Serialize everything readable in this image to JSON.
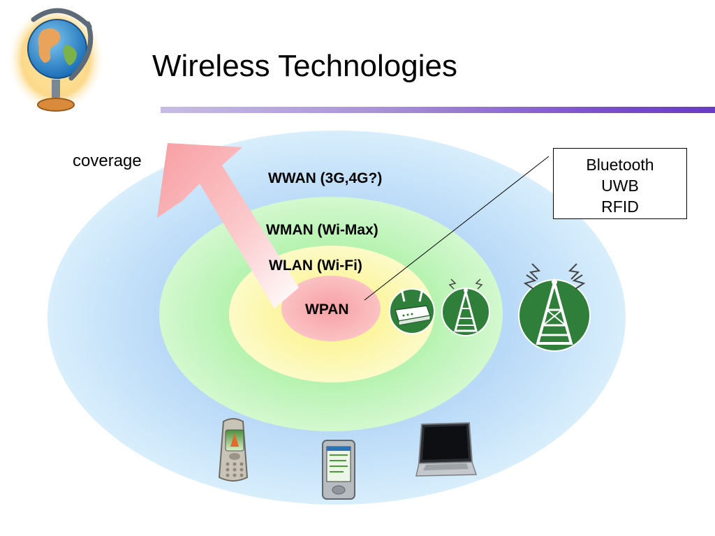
{
  "slide": {
    "title": "Wireless Technologies"
  },
  "diagram": {
    "coverage_label": "coverage",
    "zones": {
      "wwan": "WWAN (3G,4G?)",
      "wman": "WMAN (Wi-Max)",
      "wlan": "WLAN (Wi-Fi)",
      "wpan": "WPAN"
    },
    "wpan_technologies": [
      "Bluetooth",
      "UWB",
      "RFID"
    ],
    "icons": [
      "globe-icon",
      "wireless-router-icon",
      "small-cell-tower-icon",
      "large-cell-tower-icon",
      "mobile-phone-icon",
      "pda-icon",
      "laptop-icon"
    ],
    "colors": {
      "wwan": "#cde8fb",
      "wman": "#c8f5c4",
      "wlan": "#fdf9b8",
      "wpan": "#f9b3b5",
      "arrow": "#f9a3a6",
      "tower_green": "#2f7f3a"
    }
  }
}
